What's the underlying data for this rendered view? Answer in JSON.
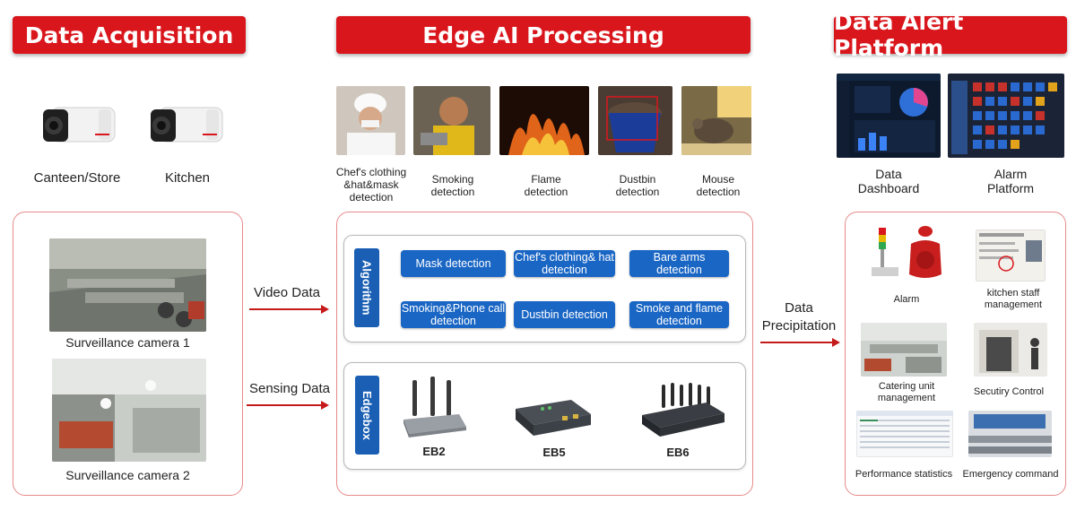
{
  "sections": {
    "acquisition": "Data Acquisition",
    "processing": "Edge AI Processing",
    "alert": "Data Alert Platform"
  },
  "cameras": [
    "Canteen/Store",
    "Kitchen"
  ],
  "surveillance": [
    "Surveillance camera 1",
    "Surveillance camera 2"
  ],
  "flows": {
    "video": "Video Data",
    "sensing": "Sensing Data",
    "precipitation": "Data Precipitation"
  },
  "detections": [
    "Chef's clothing &hat&mask detection",
    "Smoking detection",
    "Flame detection",
    "Dustbin detection",
    "Mouse detection"
  ],
  "algorithm": {
    "tab": "Algorithm",
    "buttons": [
      "Mask detection",
      "Chef's clothing& hat detection",
      "Bare arms detection",
      "Smoking&Phone call detection",
      "Dustbin detection",
      "Smoke and flame detection"
    ]
  },
  "edgebox": {
    "tab": "Edgebox",
    "devices": [
      "EB2",
      "EB5",
      "EB6"
    ]
  },
  "platform": {
    "screens": [
      "Data Dashboard",
      "Alarm Platform"
    ],
    "items": [
      "Alarm",
      "kitchen staff management",
      "Catering unit management",
      "Secutiry Control",
      "Performance statistics",
      "Emergency command"
    ]
  },
  "colors": {
    "header_red": "#d9161c",
    "arrow_red": "#c51a1a",
    "button_blue": "#1a66c4",
    "panel_border": "#e88a8a"
  }
}
